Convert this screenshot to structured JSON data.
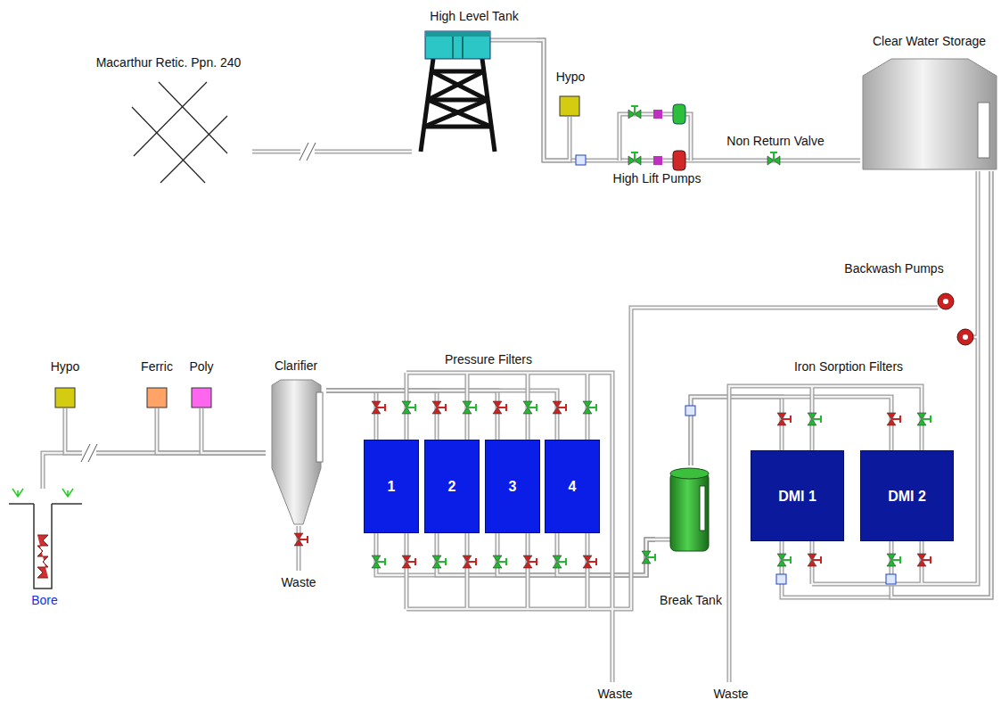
{
  "diagram": {
    "nodes": [
      {
        "text": [
          "Macarthur Retic. Ppn. 240"
        ]
      },
      {
        "text": [
          "High Level Tank"
        ]
      },
      {
        "text": [
          "Hypo"
        ]
      },
      {
        "text": [
          "Clear Water Storage"
        ]
      },
      {
        "text": [
          "Hypo"
        ]
      },
      {
        "text": [
          "Ferric"
        ]
      },
      {
        "text": [
          "Poly"
        ]
      },
      {
        "text": [
          "Clarifier"
        ]
      },
      {
        "text": [
          "1"
        ]
      },
      {
        "text": [
          "2"
        ]
      },
      {
        "text": [
          "3"
        ]
      },
      {
        "text": [
          "4"
        ]
      },
      {
        "text": [
          "Break Tank"
        ]
      },
      {
        "text": [
          "DMI 1"
        ]
      },
      {
        "text": [
          "DMI 2"
        ]
      },
      {
        "text": [
          "Bore"
        ]
      }
    ],
    "edges": [
      {
        "from": 1,
        "to": 0,
        "arrow": "none"
      },
      {
        "from": 3,
        "to": 1,
        "arrow": "none"
      },
      {
        "from": 2,
        "to": 1,
        "arrow": "none"
      },
      {
        "from": 15,
        "to": 7,
        "arrow": "none"
      },
      {
        "from": 4,
        "to": 7,
        "arrow": "none"
      },
      {
        "from": 5,
        "to": 7,
        "arrow": "none"
      },
      {
        "from": 6,
        "to": 7,
        "arrow": "none"
      },
      {
        "from": 7,
        "to": 8,
        "arrow": "none"
      },
      {
        "from": 7,
        "to": 9,
        "arrow": "none"
      },
      {
        "from": 7,
        "to": 10,
        "arrow": "none"
      },
      {
        "from": 7,
        "to": 11,
        "arrow": "none"
      },
      {
        "from": 8,
        "to": 12,
        "arrow": "none"
      },
      {
        "from": 9,
        "to": 12,
        "arrow": "none"
      },
      {
        "from": 10,
        "to": 12,
        "arrow": "none"
      },
      {
        "from": 11,
        "to": 12,
        "arrow": "none"
      },
      {
        "from": 12,
        "to": 13,
        "arrow": "none"
      },
      {
        "from": 12,
        "to": 14,
        "arrow": "none"
      },
      {
        "from": 13,
        "to": 3,
        "arrow": "none"
      },
      {
        "from": 14,
        "to": 3,
        "arrow": "none"
      }
    ],
    "labels": [
      "Pressure Filters",
      "High Lift Pumps",
      "Non Return Valve",
      "Backwash Pumps",
      "Iron Sorption Filters",
      "Waste",
      "Waste",
      "Waste"
    ]
  }
}
